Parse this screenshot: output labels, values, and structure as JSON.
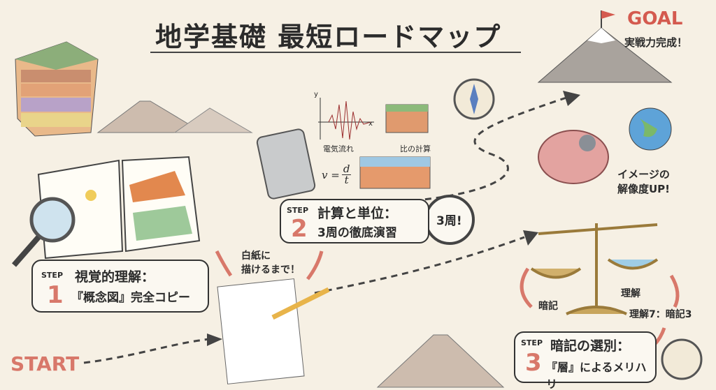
{
  "title": "地学基礎 最短ロードマップ",
  "goal": {
    "label": "GOAL",
    "sub": "実戦力完成！"
  },
  "brain": {
    "line1": "イメージの",
    "line2": "解像度UP!"
  },
  "step1": {
    "step": "STEP",
    "num": "1",
    "title": "視覚的理解：",
    "desc": "『概念図』完全コピー"
  },
  "note1": {
    "line1": "白紙に",
    "line2": "描けるまで！"
  },
  "step2": {
    "step": "STEP",
    "num": "2",
    "title": "計算と単位：",
    "desc": "3周の徹底演習",
    "timer": "3周!"
  },
  "calc": {
    "wave_label": "電気流れ",
    "ratio_label": "比の計算",
    "formula_lhs": "v =",
    "formula_num": "d",
    "formula_den": "t",
    "axis_y": "y",
    "axis_x": "x"
  },
  "step3": {
    "step": "STEP",
    "num": "3",
    "title": "暗記の選別：",
    "desc": "『層』によるメリハリ"
  },
  "balance": {
    "left": "暗記",
    "right": "理解",
    "ratio": "理解7：暗記3"
  },
  "start": "START",
  "colors": {
    "accent": "#d8786a",
    "bg": "#f6f0e4",
    "path": "#444444"
  }
}
